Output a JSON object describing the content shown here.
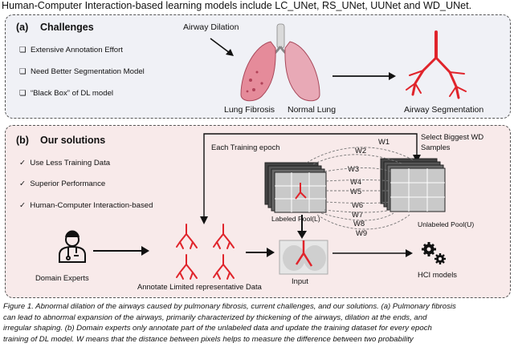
{
  "title": "Human-Computer Interaction-based learning models include LC_UNet, RS_UNet, UUNet and WD_UNet.",
  "panel_a": {
    "label": "(a)",
    "heading": "Challenges",
    "items": [
      "Extensive Annotation Effort",
      "Need Better Segmentation Model",
      "“Black Box” of DL model"
    ],
    "airway_dilation": "Airway Dilation",
    "lung_fibrosis": "Lung Fibrosis",
    "normal_lung": "Normal Lung",
    "airway_segmentation": "Airway Segmentation"
  },
  "panel_b": {
    "label": "(b)",
    "heading": "Our solutions",
    "items": [
      "Use Less Training Data",
      "Superior Performance",
      "Human-Computer Interaction-based"
    ],
    "each_training_epoch": "Each Training epoch",
    "select_biggest_line1": "Select Biggest WD",
    "select_biggest_line2": "Samples",
    "labeled_pool": "Labeled Pool(L)",
    "unlabeled_pool": "Unlabeled Pool(U)",
    "w_labels": [
      "W1",
      "W2",
      "W3",
      "W4",
      "W5",
      "W6",
      "W7",
      "W8",
      "W9"
    ],
    "domain_experts": "Domain Experts",
    "annotate": "Annotate Limited representative Data",
    "input": "Input",
    "hci_models": "HCI models"
  },
  "caption": {
    "lines": [
      "Figure 1.  Abnormal dilation of the airways caused by pulmonary fibrosis, current challenges, and our solutions. (a) Pulmonary fibrosis",
      "can lead to abnormal expansion of the airways, primarily characterized by thickening of the airways, dilation at the ends, and",
      "irregular shaping. (b) Domain experts only annotate part of the unlabeled data and update the training dataset for every epoch",
      "training of DL model. W means that the distance between pixels helps to measure the difference between two probability"
    ]
  },
  "colors": {
    "panel_a_bg": "#f0f1f6",
    "panel_b_bg": "#f8eaea",
    "airway": "#e0242b",
    "lung": "#e58b9a"
  }
}
